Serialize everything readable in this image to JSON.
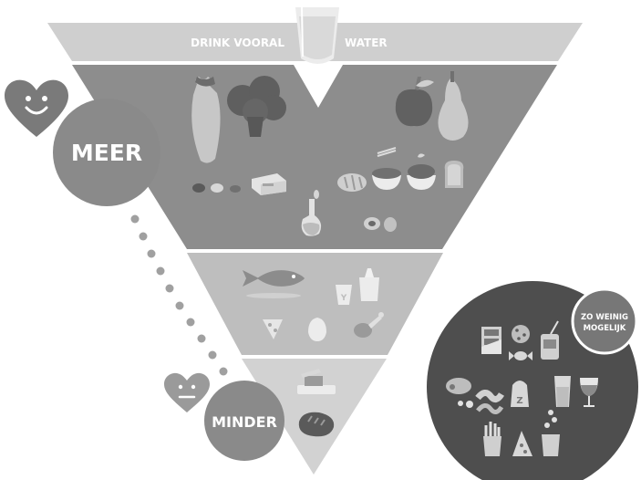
{
  "pyramid": {
    "top_band": {
      "left_text": "DRINK VOORAL",
      "right_text": "WATER"
    },
    "colors": {
      "band_water": "#cfcfcf",
      "tier_more": "#8d8d8d",
      "tier_middle": "#bebebe",
      "tier_less": "#d2d2d2",
      "icon_dark": "#5f5f5f",
      "icon_light": "#e6e6e6"
    }
  },
  "scale": {
    "more_label": "MEER",
    "less_label": "MINDER",
    "circle_color": "#8a8a8a",
    "heart_color": "#7a7a7a",
    "heart_small_color": "#9a9a9a",
    "dots_color": "#a0a0a0"
  },
  "minimal": {
    "label_line1": "ZO WEINIG",
    "label_line2": "MOGELIJK",
    "disc_color": "#4e4e4e",
    "badge_color": "#777777"
  }
}
